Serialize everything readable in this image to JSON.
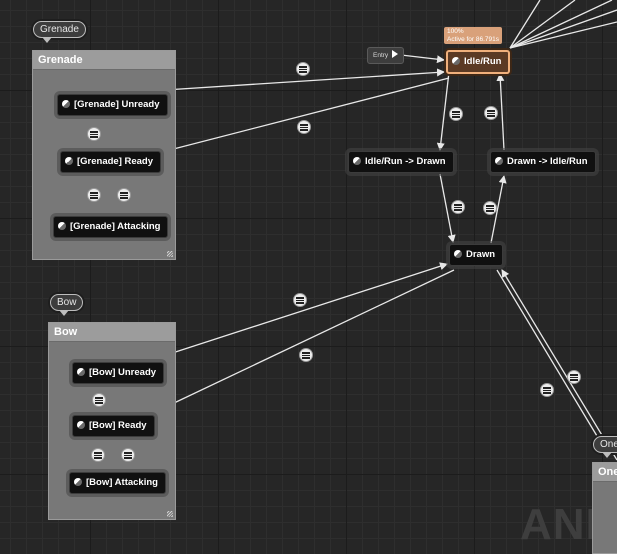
{
  "comments": {
    "grenade": {
      "bubble": "Grenade",
      "title": "Grenade"
    },
    "bow": {
      "bubble": "Bow",
      "title": "Bow"
    },
    "one": {
      "bubble": "One",
      "title": "One"
    }
  },
  "entry": {
    "label": "Entry"
  },
  "active_state": {
    "percent": "100%",
    "active_for": "Active for 86.791s"
  },
  "states": {
    "idle_run": "Idle/Run",
    "idle_to_drawn": "Idle/Run -> Drawn",
    "drawn_to_idle": "Drawn -> Idle/Run",
    "drawn": "Drawn",
    "grenade_unready": "[Grenade] Unready",
    "grenade_ready": "[Grenade] Ready",
    "grenade_attacking": "[Grenade] Attacking",
    "bow_unready": "[Bow] Unready",
    "bow_ready": "[Bow] Ready",
    "bow_attacking": "[Bow] Attacking"
  },
  "watermark": "ANIM",
  "colors": {
    "background": "#262626",
    "wire": "#e8e8e8",
    "active_border": "#f0b07c",
    "active_tip": "#d9a17a",
    "comment_box": "#787878",
    "comment_title": "#9c9c9c"
  }
}
